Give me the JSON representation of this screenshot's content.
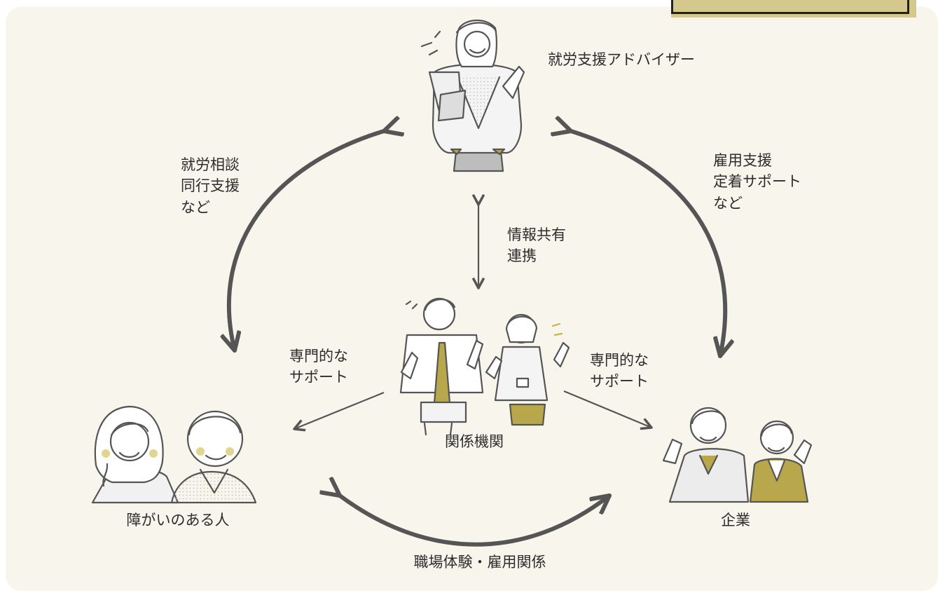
{
  "nodes": {
    "advisor": "就労支援アドバイザー",
    "agency": "関係機関",
    "person": "障がいのある人",
    "company": "企業"
  },
  "links": {
    "left_arc": "就労相談\n同行支援\nなど",
    "right_arc": "雇用支援\n定着サポート\nなど",
    "center": "情報共有\n連携",
    "to_person": "専門的な\nサポート",
    "to_company": "専門的な\nサポート",
    "bottom_arc": "職場体験・雇用関係"
  },
  "colors": {
    "panel": "#f7f5ec",
    "accent": "#b9a84b",
    "arrow": "#555555"
  }
}
